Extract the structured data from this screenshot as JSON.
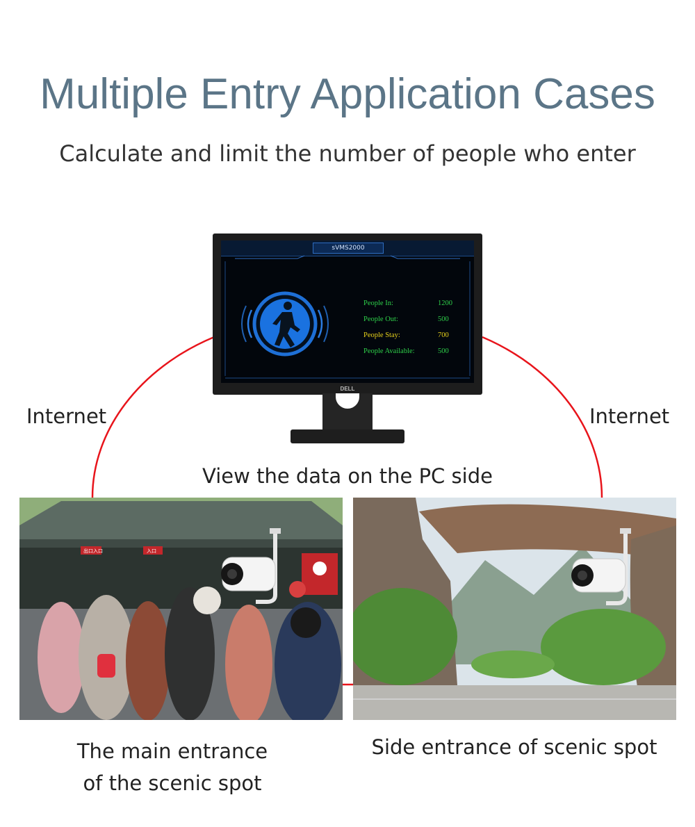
{
  "header": {
    "title": "Multiple Entry Application Cases",
    "subtitle": "Calculate and limit the number of people who enter"
  },
  "connections": {
    "left_label": "Internet",
    "right_label": "Internet",
    "line_color": "#e8141b"
  },
  "monitor": {
    "app_title": "sVMS2000",
    "brand": "DELL",
    "icon": "walking-person-icon",
    "stats": [
      {
        "label": "People In:",
        "value": "1200",
        "color": "#2fd14a"
      },
      {
        "label": "People Out:",
        "value": "500",
        "color": "#2fd14a"
      },
      {
        "label": "People Stay:",
        "value": "700",
        "color": "#e8d21c"
      },
      {
        "label": "People Available:",
        "value": "500",
        "color": "#2fd14a"
      }
    ]
  },
  "pc_caption": "View the data on the PC side",
  "photos": {
    "main": {
      "caption_line1": "The main entrance",
      "caption_line2": "of the scenic spot",
      "sign_left": "出口入口",
      "sign_right": "入口"
    },
    "side": {
      "caption": "Side entrance of scenic spot"
    }
  }
}
